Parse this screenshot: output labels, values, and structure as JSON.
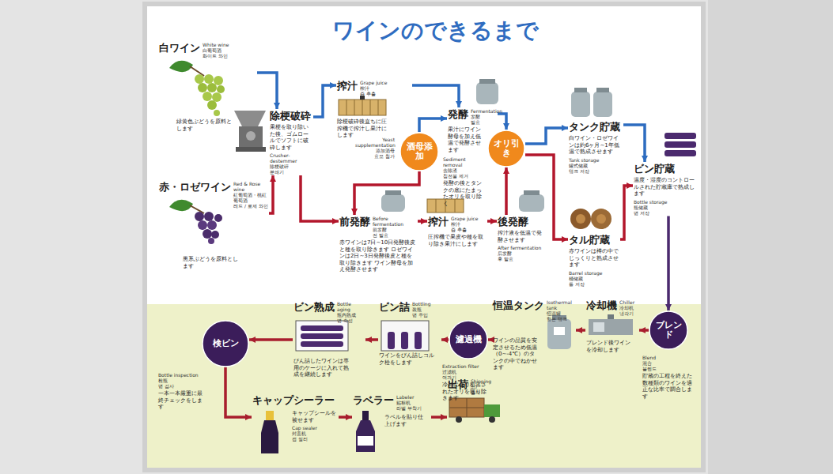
{
  "diagram": {
    "title": "ワインのできるまで",
    "nodes": [
      {
        "text": [
          "白ワイン",
          "White wine",
          "白葡萄酒",
          "화이트 와인",
          "緑黄色ぶどうを原料とします"
        ]
      },
      {
        "text": [
          "赤・ロゼワイン",
          "Red & Rose wine",
          "紅葡萄酒・桃紅葡萄酒",
          "레드 / 로제 와인",
          "黒系ぶどうを原料とします"
        ]
      },
      {
        "text": [
          "除梗破砕",
          "Crusher-destemmer",
          "除梗破碎",
          "분쇄기",
          "果梗を取り除いた後、ゴムロールでソフトに破砕します"
        ]
      },
      {
        "text": [
          "搾汁",
          "Grape juice",
          "榨汁",
          "즙 추출",
          "除梗破砕後直ちに圧搾機で搾汁し果汁にします"
        ]
      },
      {
        "text": [
          "酒母添加",
          "Yeast supplementation",
          "添加酒母",
          "효모 첨가"
        ]
      },
      {
        "text": [
          "発酵",
          "Fermentation",
          "发酵",
          "발효",
          "果汁にワイン酵母を加え低温で発酵させます"
        ]
      },
      {
        "text": [
          "オリ引き",
          "Sediment removal",
          "去除渣",
          "침전물 제거",
          "発酵の後とタンクの底にたまったオリを取り除く"
        ]
      },
      {
        "text": [
          "タンク貯蔵",
          "Tank storage",
          "罐式储藏",
          "탱크 저장",
          "白ワイン・ロゼワインは約6ヶ月~1年低温で熟成させます"
        ]
      },
      {
        "text": [
          "ビン貯蔵",
          "Bottle storage",
          "瓶储藏",
          "병 저장",
          "温度・湿度のコントロールされた貯蔵庫で熟成します"
        ]
      },
      {
        "text": [
          "前発酵",
          "Before fermentation",
          "前发酵",
          "전 발효",
          "赤ワインは7日~10日発酵後皮と種を取り除きます ロゼワインは2日~3日発酵後皮と種を取り除きます ワイン酵母を加え発酵させます"
        ]
      },
      {
        "text": [
          "搾汁",
          "Grape juice",
          "榨汁",
          "즙 추출",
          "圧搾機で果皮や種を取り除き果汁にします"
        ]
      },
      {
        "text": [
          "後発酵",
          "After fermentation",
          "后发酵",
          "후 발효",
          "搾汁液を低温で発酵させます"
        ]
      },
      {
        "text": [
          "タル貯蔵",
          "Barrel storage",
          "桶储藏",
          "통 저장",
          "赤ワインは樽の中でじっくりと熟成させます"
        ]
      },
      {
        "text": [
          "ブレンド",
          "Blend",
          "混合",
          "블렌드",
          "貯蔵の工程を終えた数種類のワインを適正な比率で調合します"
        ]
      },
      {
        "text": [
          "冷却機",
          "Chiller",
          "冷却机",
          "냉각기",
          "ブレンド後ワインを冷却します"
        ]
      },
      {
        "text": [
          "恒温タンク",
          "Isothermal tank",
          "恒温罐",
          "항온 탱크",
          "ワインの品質を安定させるため低温（0~-4℃）のタンクの中でねかせます"
        ]
      },
      {
        "text": [
          "濾過機",
          "Extraction filter",
          "过滤机",
          "여과기",
          "冷却により析出されたオリを取り除きます"
        ]
      },
      {
        "text": [
          "ビン詰",
          "Bottling",
          "装瓶",
          "병 주입",
          "ワインをびん詰しコルク栓をします"
        ]
      },
      {
        "text": [
          "ビン熟成",
          "Bottle aging",
          "瓶内熟成",
          "병 숙성",
          "びん詰したワインは専用のケージに入れて熟成を継続します"
        ]
      },
      {
        "text": [
          "検ビン",
          "Bottle inspection",
          "检瓶",
          "병 검사",
          "一本一本厳重に最終チェックをします"
        ]
      },
      {
        "text": [
          "キャップシーラー",
          "Cap sealer",
          "封盖机",
          "캡 씰러",
          "キャップシールを被せます"
        ]
      },
      {
        "text": [
          "ラベラー",
          "Labeler",
          "贴标机",
          "라벨 부착기",
          "ラベルを貼り仕上げます"
        ]
      },
      {
        "text": [
          "出荷",
          "Shipping",
          "出厂",
          "출하"
        ]
      }
    ],
    "edges": [
      {
        "from": 0,
        "to": 2,
        "arrow": "to"
      },
      {
        "from": 1,
        "to": 2,
        "arrow": "to"
      },
      {
        "from": 2,
        "to": 3,
        "arrow": "to"
      },
      {
        "from": 2,
        "to": 9,
        "arrow": "to"
      },
      {
        "from": 3,
        "to": 5,
        "arrow": "to"
      },
      {
        "from": 4,
        "to": 5,
        "arrow": "to"
      },
      {
        "from": 4,
        "to": 9,
        "arrow": "to"
      },
      {
        "from": 5,
        "to": 6,
        "arrow": "to"
      },
      {
        "from": 9,
        "to": 10,
        "arrow": "to"
      },
      {
        "from": 10,
        "to": 11,
        "arrow": "to"
      },
      {
        "from": 11,
        "to": 6,
        "arrow": "to"
      },
      {
        "from": 6,
        "to": 7,
        "arrow": "to"
      },
      {
        "from": 6,
        "to": 12,
        "arrow": "to"
      },
      {
        "from": 7,
        "to": 8,
        "arrow": "to"
      },
      {
        "from": 12,
        "to": 8,
        "arrow": "to"
      },
      {
        "from": 8,
        "to": 13,
        "arrow": "to"
      },
      {
        "from": 13,
        "to": 14,
        "arrow": "to"
      },
      {
        "from": 14,
        "to": 15,
        "arrow": "to"
      },
      {
        "from": 15,
        "to": 16,
        "arrow": "to"
      },
      {
        "from": 16,
        "to": 17,
        "arrow": "to"
      },
      {
        "from": 17,
        "to": 18,
        "arrow": "to"
      },
      {
        "from": 18,
        "to": 19,
        "arrow": "to"
      },
      {
        "from": 19,
        "to": 20,
        "arrow": "to"
      },
      {
        "from": 20,
        "to": 21,
        "arrow": "to"
      },
      {
        "from": 21,
        "to": 22,
        "arrow": "to"
      }
    ]
  }
}
